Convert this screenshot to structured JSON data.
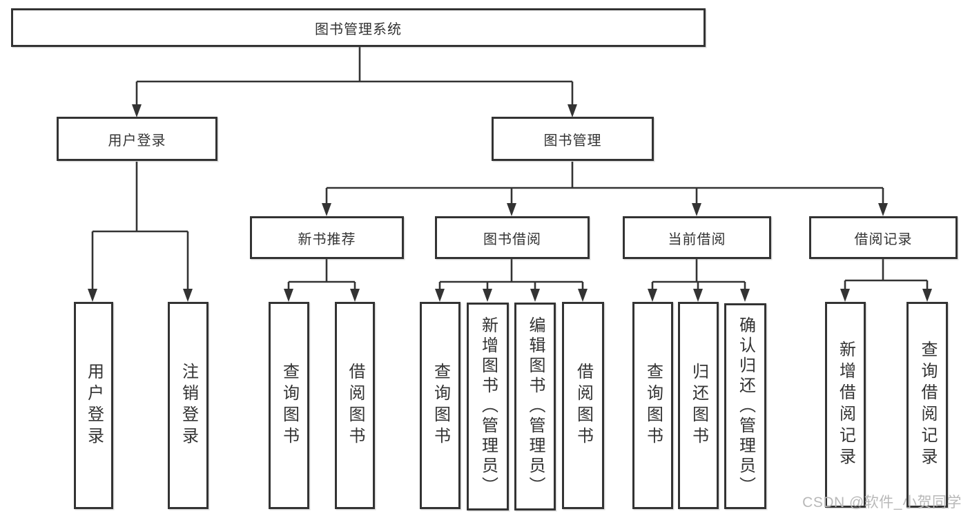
{
  "colors": {
    "line": "#333333",
    "text": "#333333",
    "box_background": "#ffffff",
    "page_background": "#ffffff",
    "watermark": "#b8b8b8"
  },
  "watermark": {
    "text": "CSDN @软件_小贺同学"
  },
  "diagram": {
    "root": {
      "label": "图书管理系统"
    },
    "level2": [
      {
        "id": "user-login",
        "label": "用户登录"
      },
      {
        "id": "book-management",
        "label": "图书管理"
      }
    ],
    "level3": [
      {
        "id": "new-book-recommend",
        "label": "新书推荐"
      },
      {
        "id": "book-borrow",
        "label": "图书借阅"
      },
      {
        "id": "current-borrow",
        "label": "当前借阅"
      },
      {
        "id": "borrow-records",
        "label": "借阅记录"
      }
    ],
    "leaves": [
      {
        "id": "user-login-leaf",
        "label": "用户登录"
      },
      {
        "id": "logout",
        "label": "注销登录"
      },
      {
        "id": "query-books-recommend",
        "label": "查询图书"
      },
      {
        "id": "borrow-books-recommend",
        "label": "借阅图书"
      },
      {
        "id": "query-books-borrow",
        "label": "查询图书"
      },
      {
        "id": "add-books-admin",
        "label": "新增图书（管理员）"
      },
      {
        "id": "edit-books-admin",
        "label": "编辑图书（管理员）"
      },
      {
        "id": "borrow-books",
        "label": "借阅图书"
      },
      {
        "id": "query-books-current",
        "label": "查询图书"
      },
      {
        "id": "return-books",
        "label": "归还图书"
      },
      {
        "id": "confirm-return-admin",
        "label": "确认归还（管理员）"
      },
      {
        "id": "add-borrow-record",
        "label": "新增借阅记录"
      },
      {
        "id": "query-borrow-record",
        "label": "查询借阅记录"
      }
    ]
  }
}
